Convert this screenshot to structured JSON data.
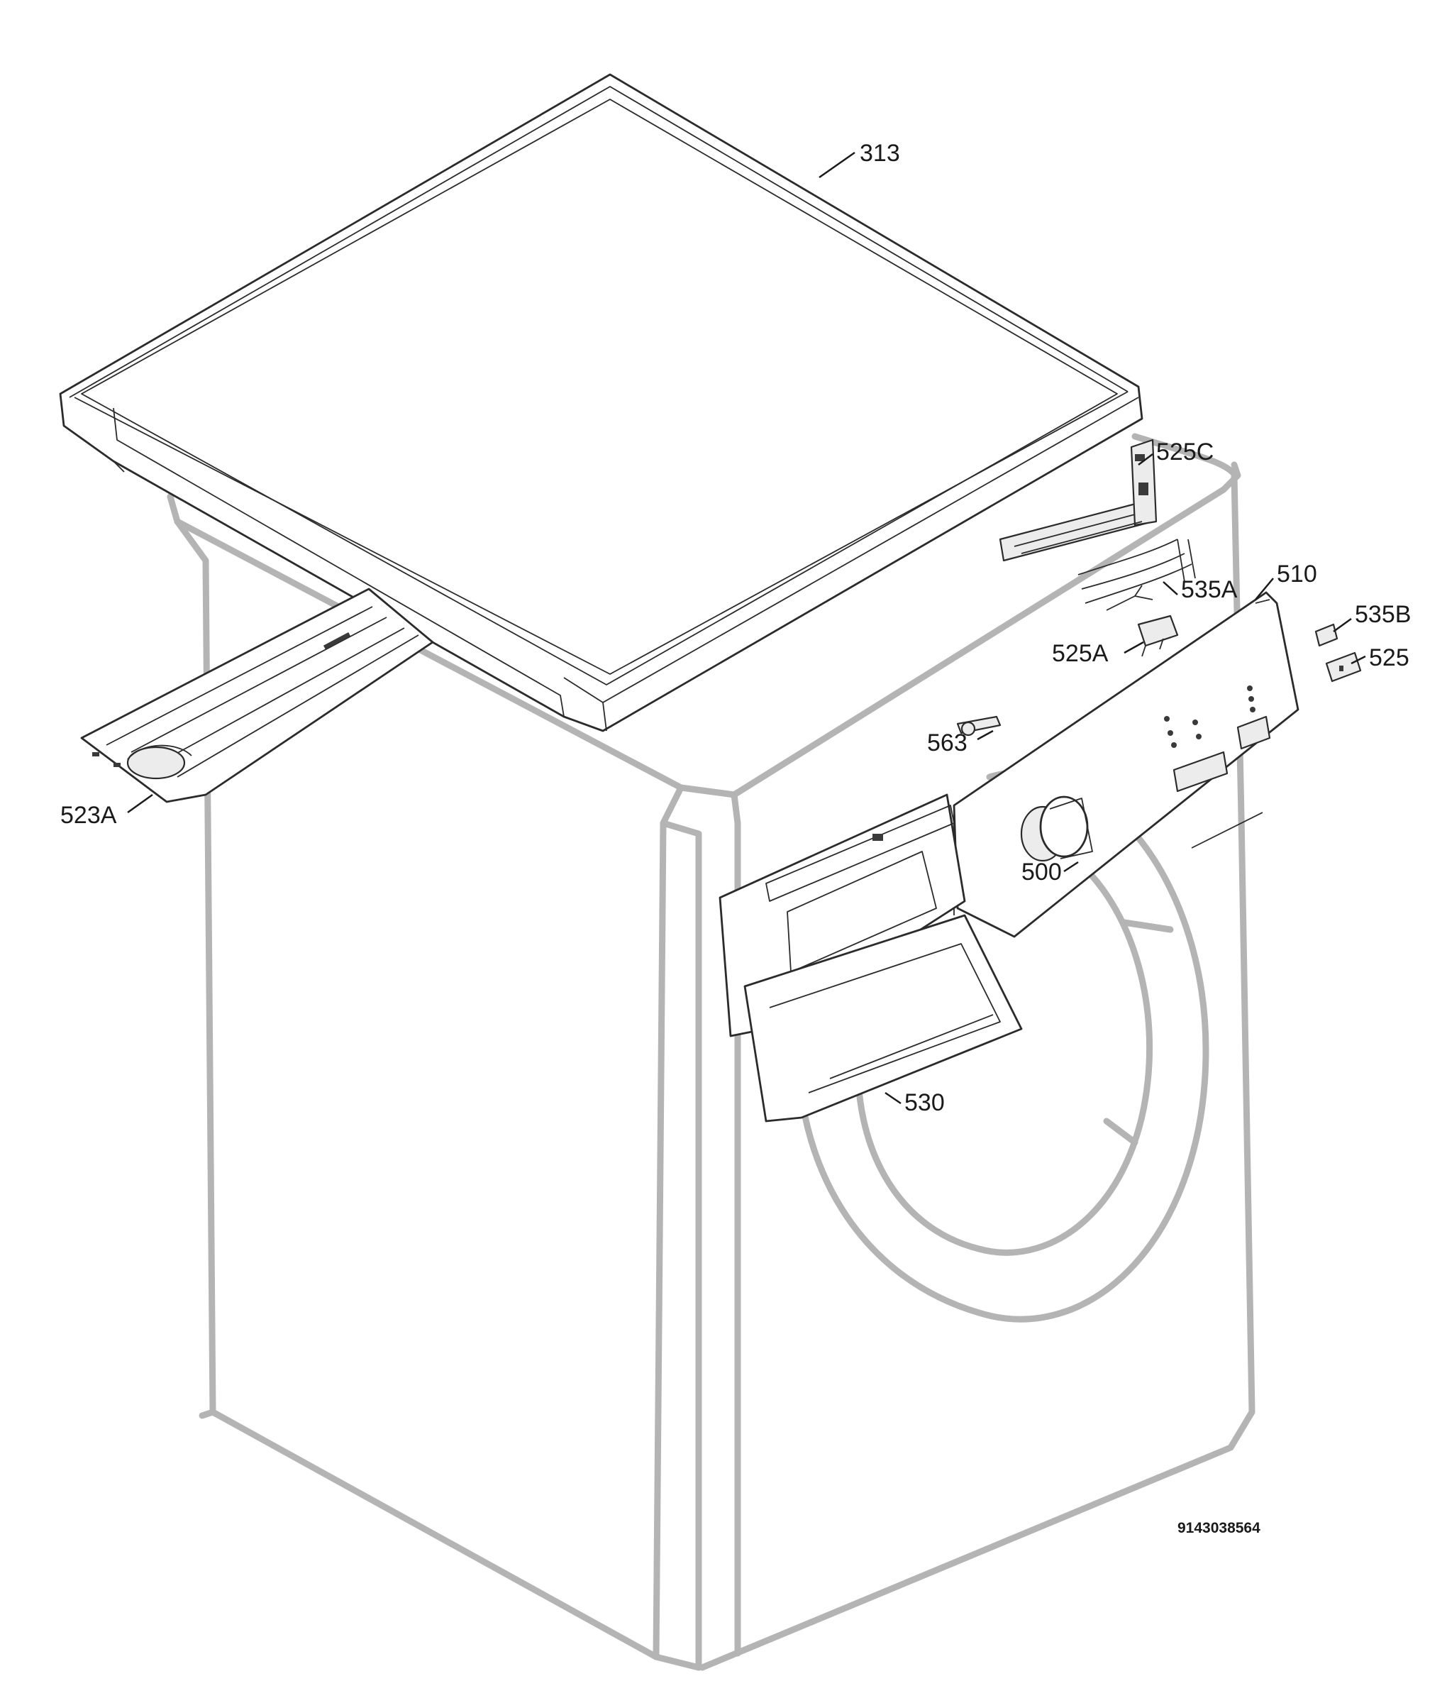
{
  "diagram": {
    "document_number": "9143038564",
    "callouts": [
      {
        "id": "313",
        "label": "313"
      },
      {
        "id": "525C",
        "label": "525C"
      },
      {
        "id": "510",
        "label": "510"
      },
      {
        "id": "535A",
        "label": "535A"
      },
      {
        "id": "535B",
        "label": "535B"
      },
      {
        "id": "525A",
        "label": "525A"
      },
      {
        "id": "525",
        "label": "525"
      },
      {
        "id": "563",
        "label": "563"
      },
      {
        "id": "523A",
        "label": "523A"
      },
      {
        "id": "500",
        "label": "500"
      },
      {
        "id": "530",
        "label": "530"
      }
    ]
  }
}
